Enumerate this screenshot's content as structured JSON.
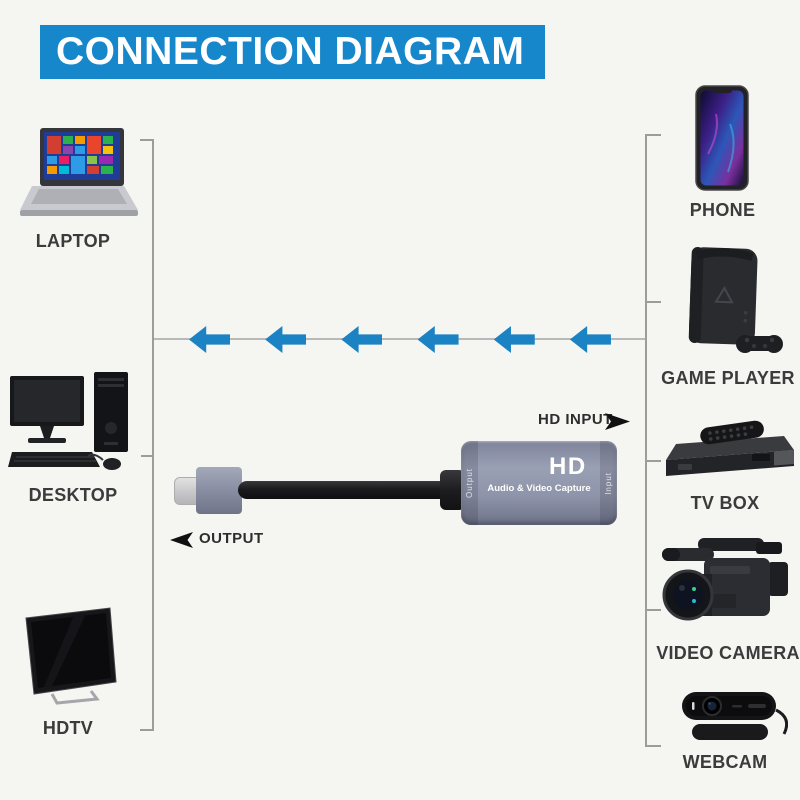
{
  "title": "CONNECTION DIAGRAM",
  "left_devices": [
    {
      "name": "laptop",
      "label": "LAPTOP"
    },
    {
      "name": "desktop",
      "label": "DESKTOP"
    },
    {
      "name": "hdtv",
      "label": "HDTV"
    }
  ],
  "right_devices": [
    {
      "name": "phone",
      "label": "PHONE"
    },
    {
      "name": "game-player",
      "label": "GAME PLAYER"
    },
    {
      "name": "tv-box",
      "label": "TV BOX"
    },
    {
      "name": "video-camera",
      "label": "VIDEO CAMERA"
    },
    {
      "name": "webcam",
      "label": "WEBCAM"
    }
  ],
  "capture_device": {
    "logo": "HD",
    "subtitle": "Audio & Video Capture",
    "left_side_label": "Output",
    "right_side_label": "Input"
  },
  "annotations": {
    "hd_input": "HD INPUT",
    "output": "OUTPUT"
  },
  "flow": {
    "direction": "right-to-left",
    "arrow_count": 6
  },
  "colors": {
    "title_bg": "#1787cb",
    "arrow_blue": "#1b82c3",
    "background": "#f5f5f2",
    "line_gray": "#9c9c9c"
  }
}
